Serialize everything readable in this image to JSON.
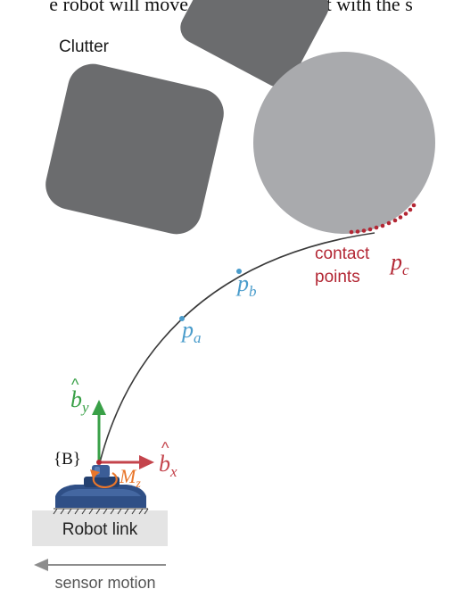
{
  "caption_fragment": "e robot will move and avoid contact with the s",
  "labels": {
    "clutter": "Clutter",
    "contact_line1": "contact",
    "contact_line2": "points",
    "robot_link": "Robot link",
    "sensor_motion": "sensor motion",
    "frame": "{B}"
  },
  "points": {
    "pa": {
      "base": "p",
      "sub": "a"
    },
    "pb": {
      "base": "p",
      "sub": "b"
    },
    "pc": {
      "base": "p",
      "sub": "c"
    }
  },
  "axes": {
    "bx": {
      "base": "b",
      "sub": "x",
      "hat": "^"
    },
    "by": {
      "base": "b",
      "sub": "y",
      "hat": "^"
    }
  },
  "moment": {
    "base": "M",
    "sub": "z"
  },
  "colors": {
    "obstacle_dark": "#6b6c6e",
    "obstacle_circle": "#a9aaad",
    "contact_red": "#b32734",
    "point_blue": "#4a9ccb",
    "axis_green": "#39a047",
    "axis_red": "#c4444c",
    "moment_orange": "#e8762b",
    "sensor_blue": "#2f4f86",
    "link_gray": "#e4e4e4",
    "arrow_gray": "#8d8d8d"
  }
}
